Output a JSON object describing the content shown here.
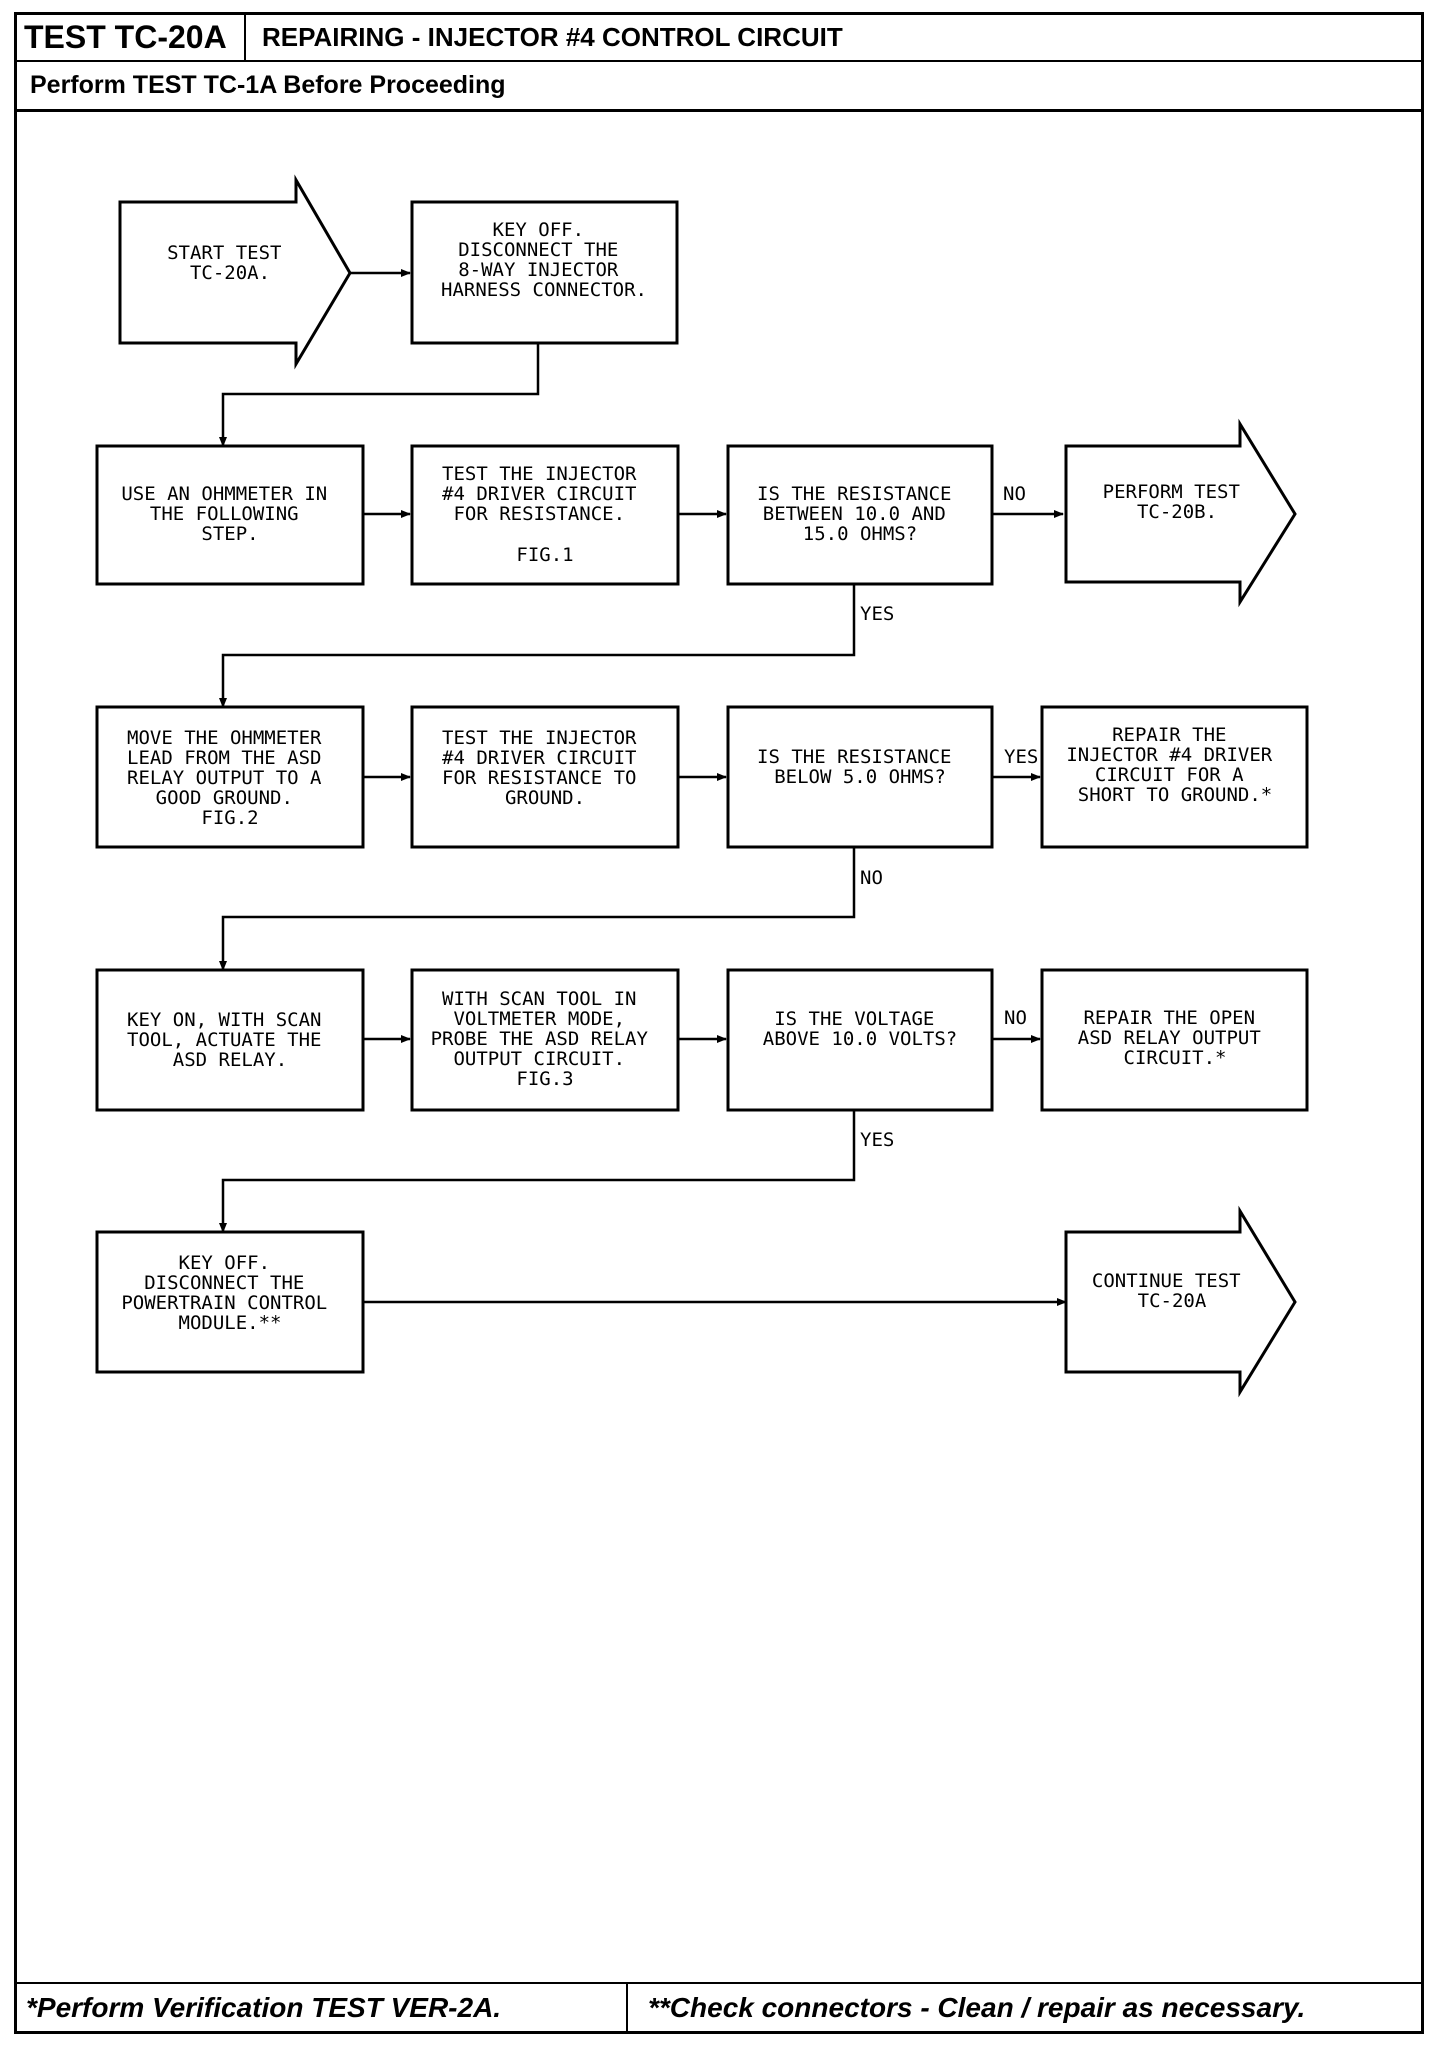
{
  "header": {
    "test_id": "TEST TC-20A",
    "title": "REPAIRING - INJECTOR #4 CONTROL CIRCUIT",
    "prerequisite": "Perform TEST TC-1A Before Proceeding"
  },
  "footer": {
    "note_single": "*Perform Verification TEST VER-2A.",
    "note_double": "**Check connectors - Clean / repair as necessary."
  },
  "flow": {
    "start": [
      "START TEST",
      "TC-20A."
    ],
    "key_off_disconnect": [
      "KEY OFF.",
      "DISCONNECT THE",
      "8-WAY INJECTOR",
      "HARNESS CONNECTOR."
    ],
    "use_ohmmeter": [
      "USE AN OHMMETER IN",
      "THE FOLLOWING",
      "STEP."
    ],
    "test_resistance": [
      "TEST THE INJECTOR",
      "#4 DRIVER CIRCUIT",
      "FOR RESISTANCE."
    ],
    "test_resistance_fig": "FIG.1",
    "q_resistance_range": [
      "IS THE RESISTANCE",
      "BETWEEN 10.0 AND",
      "15.0 OHMS?"
    ],
    "perform_tc20b": [
      "PERFORM TEST",
      "TC-20B."
    ],
    "move_lead": [
      "MOVE THE OHMMETER",
      "LEAD FROM THE ASD",
      "RELAY OUTPUT TO A",
      "GOOD GROUND.",
      "FIG.2"
    ],
    "test_ground": [
      "TEST THE INJECTOR",
      "#4 DRIVER CIRCUIT",
      "FOR RESISTANCE TO",
      "GROUND."
    ],
    "q_below_5": [
      "IS THE RESISTANCE",
      "BELOW 5.0 OHMS?"
    ],
    "repair_short": [
      "REPAIR THE",
      "INJECTOR #4 DRIVER",
      "CIRCUIT FOR A",
      "SHORT TO GROUND.*"
    ],
    "key_on_actuate": [
      "KEY ON, WITH SCAN",
      "TOOL, ACTUATE THE",
      "ASD RELAY."
    ],
    "probe_asd": [
      "WITH SCAN TOOL IN",
      "VOLTMETER MODE,",
      "PROBE THE ASD RELAY",
      "OUTPUT CIRCUIT.",
      "FIG.3"
    ],
    "q_voltage": [
      "IS THE VOLTAGE",
      "ABOVE 10.0 VOLTS?"
    ],
    "repair_open": [
      "REPAIR THE OPEN",
      "ASD RELAY OUTPUT",
      "CIRCUIT.*"
    ],
    "disconnect_pcm": [
      "KEY OFF.",
      "DISCONNECT THE",
      "POWERTRAIN CONTROL",
      "MODULE.**"
    ],
    "continue_tc20a": [
      "CONTINUE TEST",
      "TC-20A"
    ],
    "labels": {
      "no": "NO",
      "yes": "YES"
    }
  }
}
